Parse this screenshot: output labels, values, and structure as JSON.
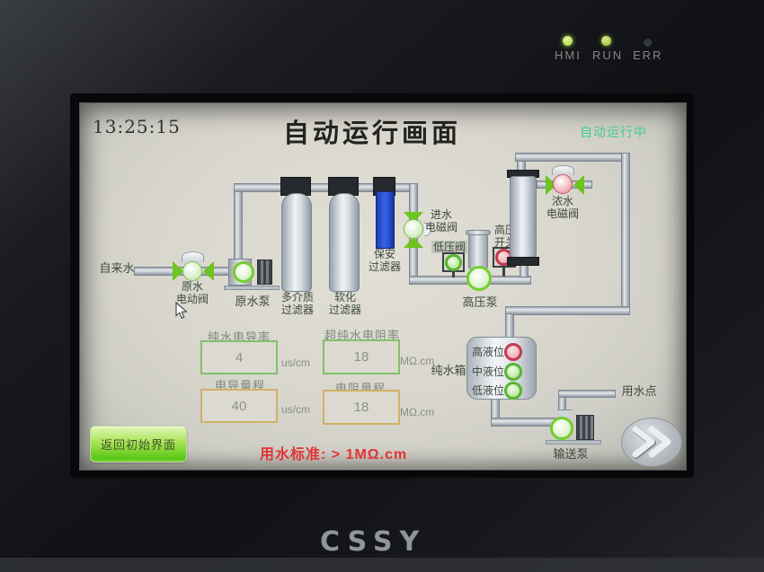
{
  "bezel": {
    "leds": [
      {
        "label": "HMI",
        "state": "on"
      },
      {
        "label": "RUN",
        "state": "on"
      },
      {
        "label": "ERR",
        "state": "off"
      }
    ],
    "logo": "CSSY"
  },
  "screen": {
    "time": "13:25:15",
    "title": "自动运行画面",
    "status": "自动运行中",
    "flow": {
      "tap_water": "自来水",
      "raw_valve": "原水\n电动阀",
      "raw_pump": "原水泵",
      "media_filter": "多介质\n过滤器",
      "softener_filter": "软化\n过滤器",
      "security_filter": "保安\n过滤器",
      "inlet_valve": "进水\n电磁阀",
      "low_pressure_valve": "低压阀",
      "hp_switch": "高压\n开关",
      "hp_pump": "高压泵",
      "conc_valve": "浓水\n电磁阀",
      "pure_tank": "纯水箱",
      "level_high": "高液位",
      "level_mid": "中液位",
      "level_low": "低液位",
      "use_point": "用水点",
      "transfer_pump": "输送泵"
    },
    "readings": [
      {
        "label": "纯水电导率",
        "value": "4",
        "unit": "us/cm"
      },
      {
        "label": "超纯水电阻率",
        "value": "18",
        "unit": "MΩ.cm"
      },
      {
        "label": "电导量程",
        "value": "40",
        "unit": "us/cm"
      },
      {
        "label": "电阻量程",
        "value": "18",
        "unit": "MΩ.cm"
      }
    ],
    "standard": "用水标准: > 1MΩ.cm",
    "back_button": "返回初始界面",
    "colors": {
      "status_green": "#43cd88",
      "standard_red": "#e23333",
      "valve_open_green": "#6ec41f",
      "valve_closed_pink": "#e08c96",
      "alarm_led_red": "#c4394e",
      "ok_led_green": "#58b531",
      "security_filter_blue": "#2b51cf",
      "back_button_green": "#58c715"
    }
  }
}
